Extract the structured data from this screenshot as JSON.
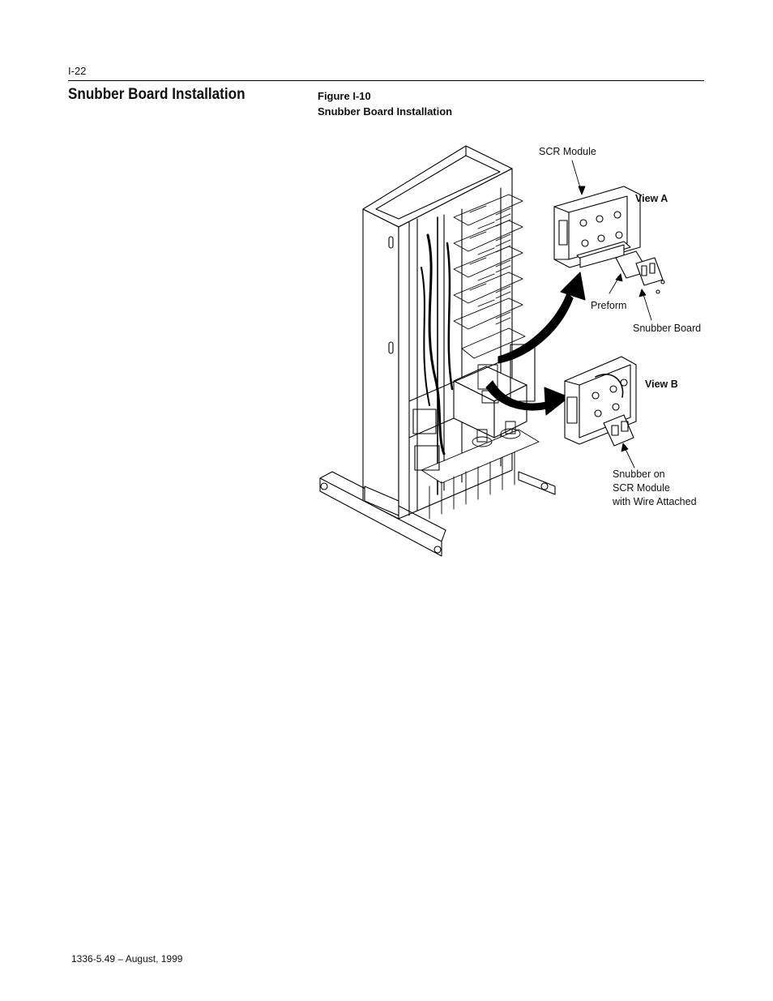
{
  "header": {
    "page_number": "I-22"
  },
  "section": {
    "title": "Snubber Board Installation"
  },
  "figure": {
    "number": "Figure I-10",
    "title": "Snubber Board Installation",
    "labels": {
      "scr_module": "SCR Module",
      "view_a": "View A",
      "preform": "Preform",
      "snubber_board": "Snubber Board",
      "view_b": "View B",
      "snubber_on_line1": "Snubber on",
      "snubber_on_line2": "SCR Module",
      "snubber_on_line3": "with Wire Attached"
    }
  },
  "footer": {
    "doc_ref": "1336-5.49 – August, 1999"
  }
}
